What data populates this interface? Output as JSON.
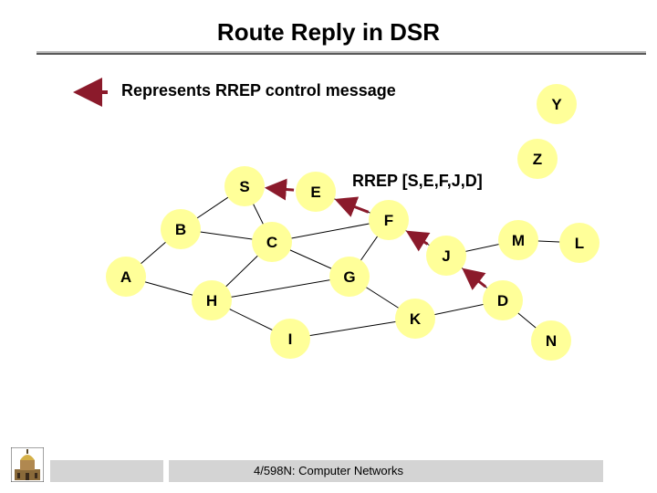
{
  "slide": {
    "title": "Route Reply in DSR",
    "legend_text": "Represents RREP control message",
    "rrep_label": "RREP [S,E,F,J,D]",
    "footer": "4/598N: Computer Networks"
  },
  "colors": {
    "node_fill": "#ffff99",
    "arrow": "#8b1a2b",
    "edge": "#000000"
  },
  "nodes": [
    {
      "id": "S",
      "label": "S"
    },
    {
      "id": "E",
      "label": "E"
    },
    {
      "id": "F",
      "label": "F"
    },
    {
      "id": "B",
      "label": "B"
    },
    {
      "id": "C",
      "label": "C"
    },
    {
      "id": "A",
      "label": "A"
    },
    {
      "id": "G",
      "label": "G"
    },
    {
      "id": "H",
      "label": "H"
    },
    {
      "id": "I",
      "label": "I"
    },
    {
      "id": "K",
      "label": "K"
    },
    {
      "id": "J",
      "label": "J"
    },
    {
      "id": "M",
      "label": "M"
    },
    {
      "id": "D",
      "label": "D"
    },
    {
      "id": "N",
      "label": "N"
    },
    {
      "id": "L",
      "label": "L"
    },
    {
      "id": "Y",
      "label": "Y"
    },
    {
      "id": "Z",
      "label": "Z"
    }
  ],
  "edges": [
    [
      "B",
      "S"
    ],
    [
      "B",
      "C"
    ],
    [
      "A",
      "B"
    ],
    [
      "A",
      "H"
    ],
    [
      "C",
      "S"
    ],
    [
      "C",
      "H"
    ],
    [
      "C",
      "G"
    ],
    [
      "E",
      "F"
    ],
    [
      "F",
      "G"
    ],
    [
      "F",
      "J"
    ],
    [
      "C",
      "F"
    ],
    [
      "G",
      "H"
    ],
    [
      "H",
      "I"
    ],
    [
      "I",
      "K"
    ],
    [
      "G",
      "K"
    ],
    [
      "J",
      "M"
    ],
    [
      "M",
      "L"
    ],
    [
      "D",
      "K"
    ],
    [
      "D",
      "J"
    ],
    [
      "D",
      "N"
    ]
  ],
  "rrep_arrows": [
    [
      "E",
      "S"
    ],
    [
      "F",
      "E"
    ],
    [
      "J",
      "F"
    ],
    [
      "D",
      "J"
    ]
  ]
}
